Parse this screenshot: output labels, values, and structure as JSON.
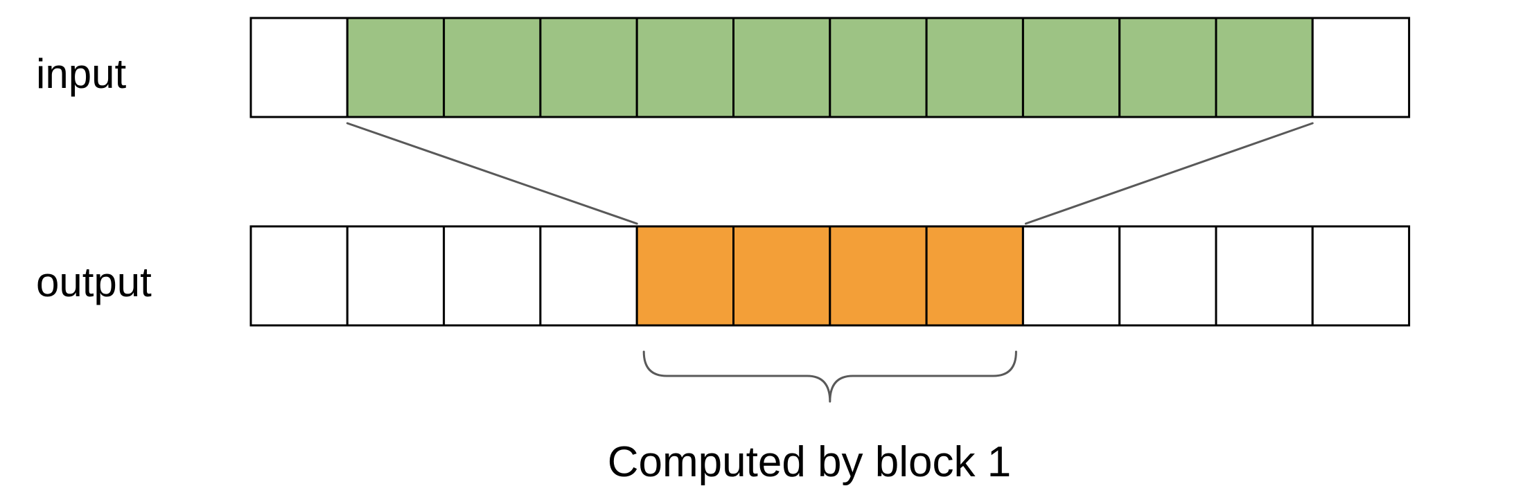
{
  "labels": {
    "input": "input",
    "output": "output",
    "caption": "Computed by block 1"
  },
  "colors": {
    "input_highlight": "#9dc384",
    "output_highlight": "#f39f38",
    "empty": "#ffffff",
    "border": "#000000",
    "connector": "#595959"
  },
  "input_row": {
    "cell_count": 12,
    "highlighted_cells": [
      1,
      2,
      3,
      4,
      5,
      6,
      7,
      8,
      9,
      10
    ]
  },
  "output_row": {
    "cell_count": 12,
    "highlighted_cells": [
      4,
      5,
      6,
      7
    ]
  }
}
